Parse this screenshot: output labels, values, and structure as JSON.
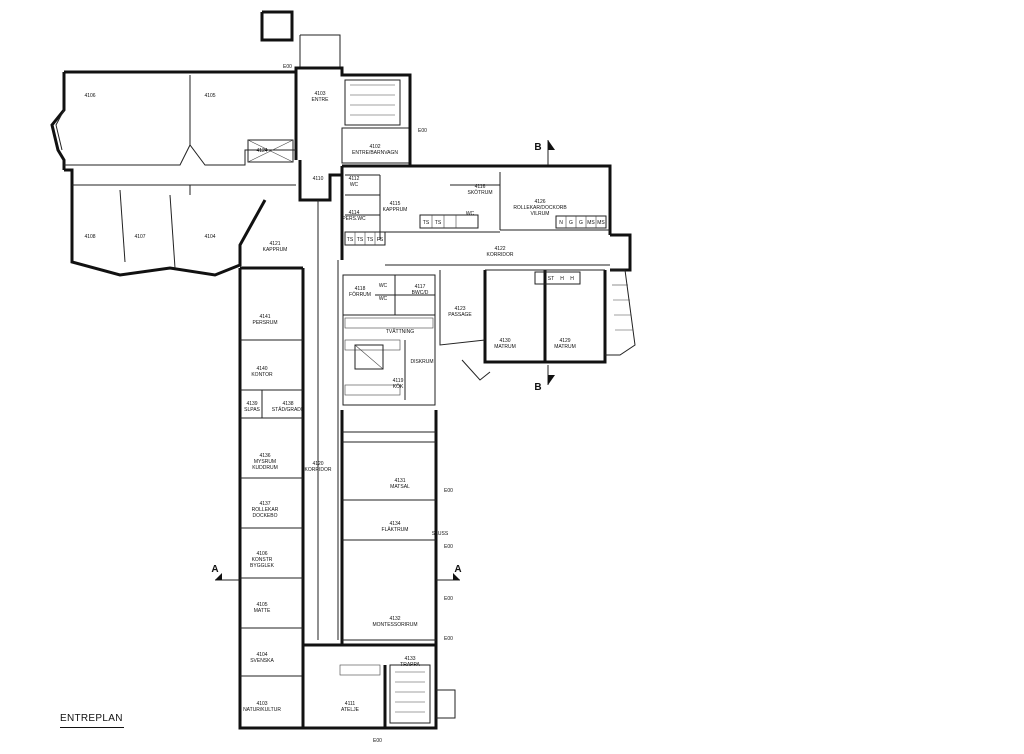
{
  "title": "ENTREPLAN",
  "rooms": [
    {
      "id": "4106",
      "name": "",
      "label": "4106"
    },
    {
      "id": "4105",
      "name": "",
      "label": "4105"
    },
    {
      "id": "4103",
      "name": "ENTRE",
      "label": "4103\nENTRE"
    },
    {
      "id": "4124",
      "name": "",
      "label": "4124"
    },
    {
      "id": "4102",
      "name": "ENTRE/BARNVAGN",
      "label": "4102\nENTRE/BARNVAGN"
    },
    {
      "id": "4110",
      "name": "",
      "label": "4110"
    },
    {
      "id": "4108",
      "name": "",
      "label": "4108"
    },
    {
      "id": "4107",
      "name": "",
      "label": "4107"
    },
    {
      "id": "4104",
      "name": "",
      "label": "4104"
    },
    {
      "id": "4121",
      "name": "KAPPRUM",
      "label": "4121\nKAPPRUM"
    },
    {
      "id": "4112",
      "name": "WC",
      "label": "4112\nWC"
    },
    {
      "id": "4114",
      "name": "PERS.WC",
      "label": "4114\nPERS.WC"
    },
    {
      "id": "4115",
      "name": "KAPPRUM",
      "label": "4115\nKAPPRUM"
    },
    {
      "id": "4116",
      "name": "SKÖTRUM",
      "label": "4116\nSKÖTRUM"
    },
    {
      "id": "4126",
      "name": "ROLLEKAR/DOCKORB VILRUM",
      "label": "4126\nROLLEKAR/DOCKORB\nVILRUM"
    },
    {
      "id": "4122",
      "name": "KORRIDOR",
      "label": "4122\nKORRIDOR"
    },
    {
      "id": "4118",
      "name": "FÖRRUM",
      "label": "4118\nFÖRRUM"
    },
    {
      "id": "4117",
      "name": "BWC/D",
      "label": "4117\nBWC/D"
    },
    {
      "id": "4123",
      "name": "PASSAGE",
      "label": "4123\nPASSAGE"
    },
    {
      "id": "4130",
      "name": "MATRUM",
      "label": "4130\nMATRUM"
    },
    {
      "id": "4129",
      "name": "MATRUM",
      "label": "4129\nMATRUM"
    },
    {
      "id": "4141",
      "name": "PERSRUM",
      "label": "4141\nPERSRUM"
    },
    {
      "id": "4140",
      "name": "KONTOR",
      "label": "4140\nKONTOR"
    },
    {
      "id": "4119",
      "name": "KÖK",
      "label": "4119\nKÖK"
    },
    {
      "id": "4139",
      "name": "SLPAS",
      "label": "4139\nSLPAS"
    },
    {
      "id": "4138",
      "name": "STÄD/GRADE",
      "label": "4138\nSTÄD/GRADE"
    },
    {
      "id": "4136",
      "name": "MYSRUM KUDDRUM",
      "label": "4136\nMYSRUM\nKUDDRUM"
    },
    {
      "id": "4120",
      "name": "KORRIDOR",
      "label": "4120\nKORRIDOR"
    },
    {
      "id": "4131",
      "name": "MATSAL",
      "label": "4131\nMATSAL"
    },
    {
      "id": "4137",
      "name": "ROLLEKAR DOCKEBO",
      "label": "4137\nROLLEKAR\nDOCKEBO"
    },
    {
      "id": "4134",
      "name": "FLÄKTRUM",
      "label": "4134\nFLÄKTRUM"
    },
    {
      "id": "4106b",
      "name": "KONSTR BYGGLEK",
      "label": "4106\nKONSTR\nBYGGLEK"
    },
    {
      "id": "4105b",
      "name": "MATTE",
      "label": "4105\nMATTE"
    },
    {
      "id": "4132",
      "name": "MONTESSORIRUM",
      "label": "4132\nMONTESSORIRUM"
    },
    {
      "id": "4104b",
      "name": "SVENSKA",
      "label": "4104\nSVENSKA"
    },
    {
      "id": "4133",
      "name": "TRAPPA",
      "label": "4133\nTRAPPA"
    },
    {
      "id": "4103b",
      "name": "NATUR/KULTUR",
      "label": "4103\nNATUR/KULTUR"
    },
    {
      "id": "4111",
      "name": "ATELJE",
      "label": "4111\nATELJE"
    }
  ],
  "section_marks": {
    "b_top": "B",
    "b_bottom": "B",
    "a_left": "A",
    "a_right": "A"
  },
  "fixture_codes": [
    "TS",
    "TS",
    "TS",
    "TS",
    "TS",
    "FS",
    "N",
    "G",
    "G",
    "MS",
    "MS",
    "ST",
    "H",
    "H"
  ],
  "exit_tags": [
    "E00",
    "E00",
    "E00",
    "E00",
    "E00",
    "E00",
    "E00"
  ],
  "misc_labels": {
    "wc1": "WC",
    "wc2": "WC",
    "wc3": "WC",
    "tvattning": "TVÄTTNING",
    "diskrum": "DISKRUM",
    "sluss": "SLUSS"
  }
}
